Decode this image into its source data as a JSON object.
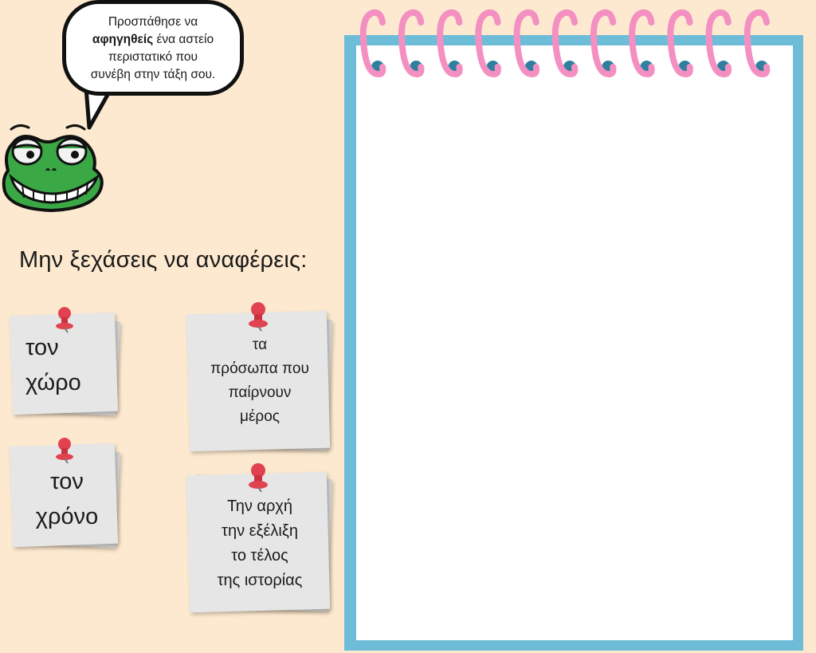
{
  "speech_bubble": {
    "line1": "Προσπάθησε να",
    "bold_word": "αφηγηθείς",
    "line2_rest": " ένα αστείο",
    "line3": "περιστατικό που",
    "line4": "συνέβη στην τάξη σου."
  },
  "reminder_title": "Μην ξεχάσεις να αναφέρεις:",
  "notes": [
    {
      "lines": [
        "τον",
        "χώρο"
      ]
    },
    {
      "lines": [
        "τα",
        "πρόσωπα που",
        "παίρνουν",
        "μέρος"
      ]
    },
    {
      "lines": [
        "τον",
        "χρόνο"
      ]
    },
    {
      "lines": [
        "Την αρχή",
        "την εξέλιξη",
        "το τέλος",
        "της ιστορίας"
      ]
    }
  ],
  "colors": {
    "background": "#fde9cf",
    "notebook_frame": "#6dbdd9",
    "spiral_rings": "#f48fc1",
    "ring_holes": "#2f7fa0",
    "pushpin": "#e0434f",
    "frog_green": "#3aa845"
  },
  "icons": [
    "frog-mascot-icon",
    "pushpin-icon",
    "spiral-ring-icon"
  ]
}
